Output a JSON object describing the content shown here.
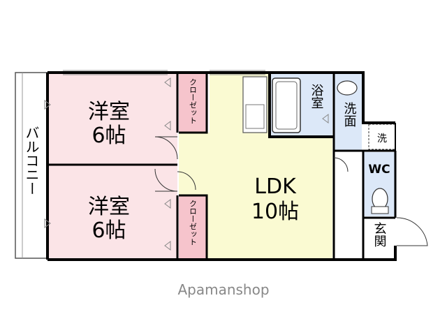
{
  "rooms": {
    "western_room_1": {
      "name": "洋室",
      "size": "6帖"
    },
    "western_room_2": {
      "name": "洋室",
      "size": "6帖"
    },
    "closet_1": {
      "label": "クローゼット"
    },
    "closet_2": {
      "label": "クローゼット"
    },
    "ldk": {
      "name": "LDK",
      "size": "10帖"
    },
    "bath": {
      "label": "浴室"
    },
    "washroom": {
      "label": "洗面"
    },
    "washer": {
      "label": "洗"
    },
    "toilet": {
      "label": "WC"
    },
    "entrance": {
      "label": "玄関"
    },
    "balcony": {
      "label": "バルコニー"
    }
  },
  "watermark": "Apamanshop",
  "colors": {
    "western_room": "#fbe4e7",
    "closet": "#f6c4cc",
    "ldk": "#fafad2",
    "wet_area": "#dce8f8",
    "wall": "#000000"
  }
}
